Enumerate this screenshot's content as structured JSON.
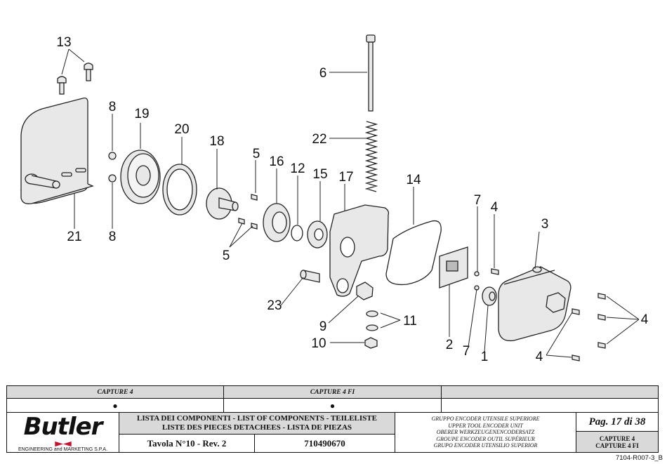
{
  "callouts": {
    "c13": "13",
    "c6": "6",
    "c8a": "8",
    "c19": "19",
    "c20": "20",
    "c22": "22",
    "c18": "18",
    "c5a": "5",
    "c16": "16",
    "c12": "12",
    "c15": "15",
    "c17": "17",
    "c14": "14",
    "c7a": "7",
    "c4a": "4",
    "c3": "3",
    "c21": "21",
    "c8b": "8",
    "c5b": "5",
    "c23": "23",
    "c9": "9",
    "c11": "11",
    "c10": "10",
    "c2": "2",
    "c7b": "7",
    "c1": "1",
    "c4b": "4",
    "c4c": "4"
  },
  "table": {
    "model_1": "CAPTURE 4",
    "model_2": "CAPTURE 4 FI",
    "model_3": "",
    "mark_1": "●",
    "mark_2": "●",
    "mark_3": "",
    "logo": "Butler",
    "tagline": "ENGINEERING and MARKETING S.P.A.",
    "components_line1": "LISTA DEI COMPONENTI - LIST OF COMPONENTS - TEILELISTE",
    "components_line2": "LISTE DES PIECES DETACHEES - LISTA DE PIEZAS",
    "tavola": "Tavola N°10 - Rev. 2",
    "code": "710490670",
    "group": [
      "GRUPPO ENCODER UTENSILE SUPERIORE",
      "UPPER TOOL ENCODER UNIT",
      "OBERER WERKZEUGENENCODERSATZ",
      "GROUPE ENCODER OUTIL SUPÉRIEUR",
      "GRUPO ENCODER UTENSILIO SUPERIOR"
    ],
    "page": "Pag. 17 di 38",
    "models_box": [
      "CAPTURE 4",
      "CAPTURE 4 FI"
    ]
  },
  "doc_ref": "7104-R007-3_B"
}
